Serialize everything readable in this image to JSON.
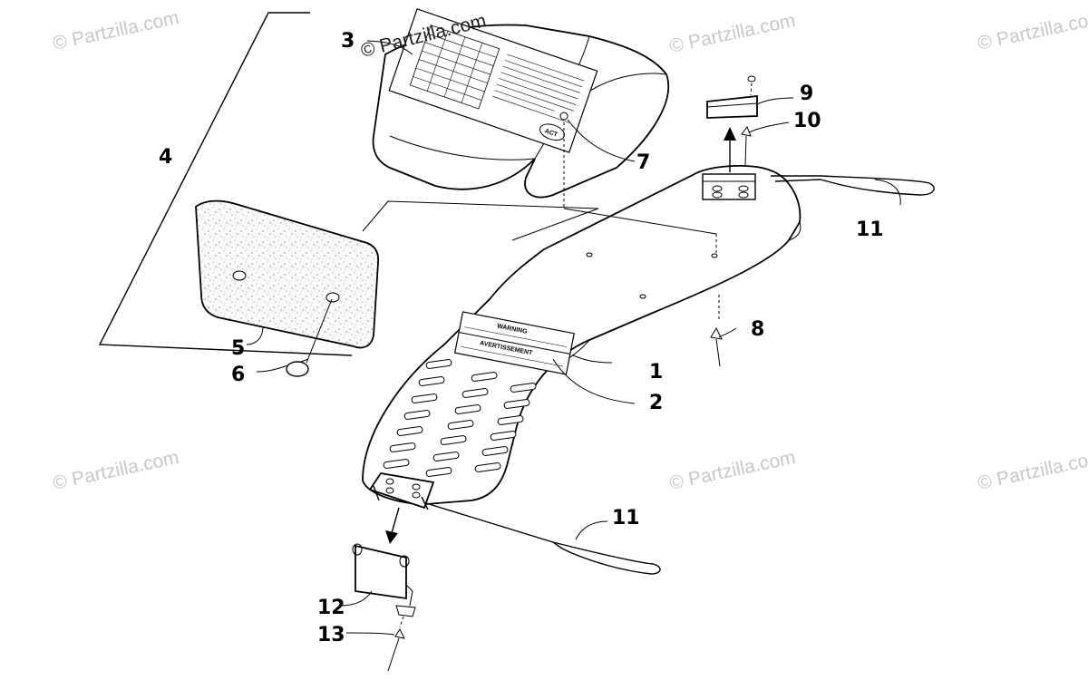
{
  "watermarks": {
    "primary": "© Partzilla.com",
    "faint": "© Partzilla.com"
  },
  "callouts": [
    "1",
    "2",
    "3",
    "4",
    "5",
    "6",
    "7",
    "8",
    "9",
    "10",
    "11",
    "11",
    "12",
    "13"
  ],
  "labels": {
    "warning": "WARNING",
    "avertissement": "AVERTISSEMENT",
    "logo": "ACT"
  },
  "colors": {
    "line": "#000000",
    "watermark": "#c8c8c8",
    "foam": "#f4f4f4"
  }
}
